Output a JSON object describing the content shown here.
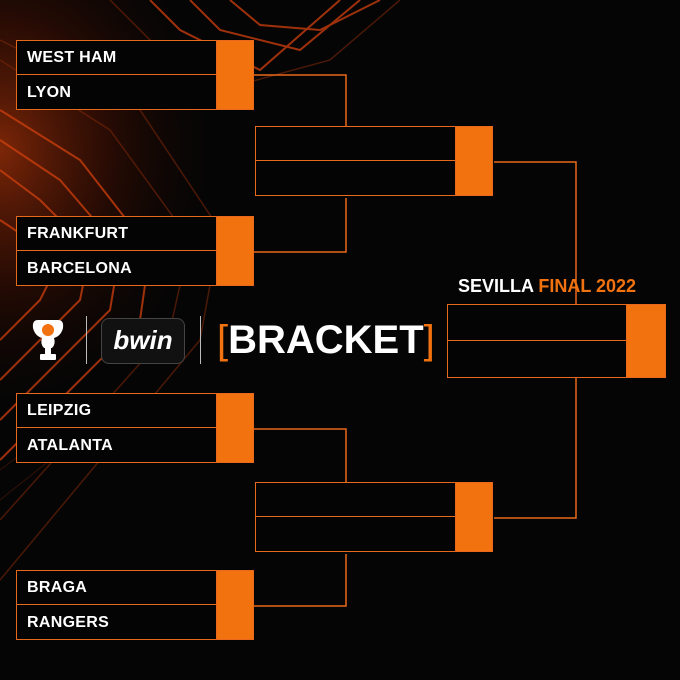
{
  "brand": {
    "accent_color": "#f2720f",
    "background_color": "#050505",
    "partner_logo_text": "bwin",
    "bracket_title": "BRACKET",
    "trophy_icon": "europa-league-trophy"
  },
  "final": {
    "city": "SEVILLA",
    "label": "FINAL 2022"
  },
  "quarter_finals": [
    {
      "team1": "WEST HAM",
      "team2": "LYON"
    },
    {
      "team1": "FRANKFURT",
      "team2": "BARCELONA"
    },
    {
      "team1": "LEIPZIG",
      "team2": "ATALANTA"
    },
    {
      "team1": "BRAGA",
      "team2": "RANGERS"
    }
  ],
  "semi_finals": [
    {
      "team1": "",
      "team2": ""
    },
    {
      "team1": "",
      "team2": ""
    }
  ],
  "final_match": {
    "team1": "",
    "team2": ""
  }
}
